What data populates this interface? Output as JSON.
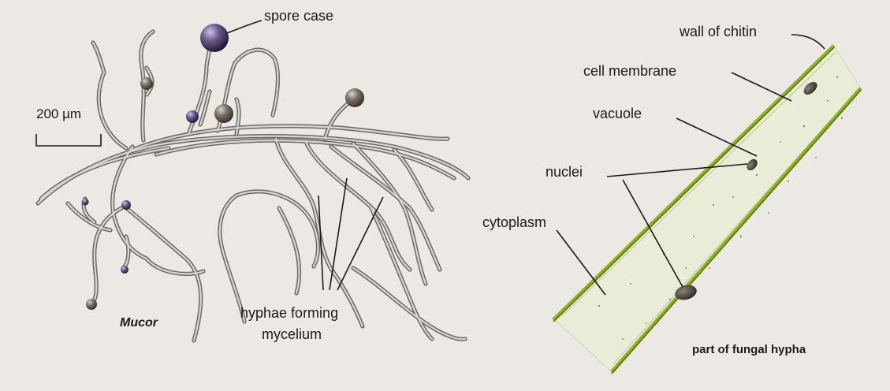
{
  "labels": {
    "spore_case": "spore case",
    "scale_bar": "200 µm",
    "mucor": "Mucor",
    "hyphae_line1": "hyphae forming",
    "hyphae_line2": "mycelium",
    "wall_of_chitin": "wall of chitin",
    "cell_membrane": "cell membrane",
    "vacuole": "vacuole",
    "nuclei": "nuclei",
    "cytoplasm": "cytoplasm",
    "part_of_fungal_hypha": "part of fungal hypha"
  },
  "colors": {
    "background": "#ece9e4",
    "hypha_wall": "#8fb320",
    "hypha_wall_dark": "#55700f",
    "cytoplasm": "#e9edd8",
    "hyphae_grey": "#6d6a68",
    "spore_grey": "#6b6460",
    "spore_purple": "#5a4a78"
  }
}
